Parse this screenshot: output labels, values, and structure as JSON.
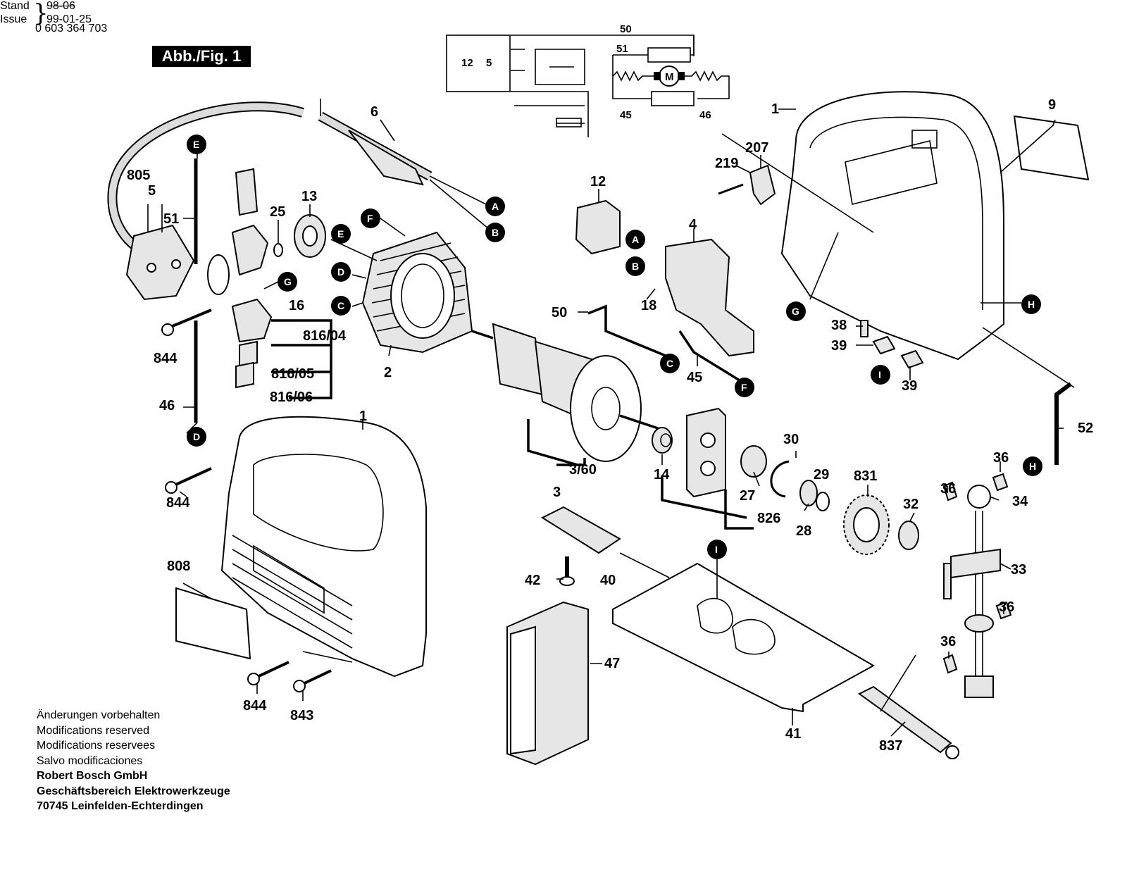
{
  "header": {
    "part_number": "0 603 364 703",
    "stand_label": "Stand",
    "issue_label": "Issue",
    "stand_old_date": "98-06",
    "issue_date": "99-01-25",
    "figure_badge": "Abb./Fig. 1"
  },
  "footer": {
    "lines": [
      "Änderungen vorbehalten",
      "Modifications reserved",
      "Modifications reservees",
      "Salvo modificaciones"
    ],
    "company": "Robert Bosch GmbH",
    "division": "Geschäftsbereich Elektrowerkzeuge",
    "address": "70745 Leinfelden-Echterdingen"
  },
  "schematic": {
    "labels": [
      "50",
      "51",
      "12",
      "5",
      "45",
      "46"
    ],
    "motor_symbol": "M"
  },
  "markers": [
    "A",
    "B",
    "C",
    "D",
    "E",
    "F",
    "G",
    "H",
    "I"
  ],
  "part_labels": {
    "p1_top": "1",
    "p1_housing": "1",
    "p2": "2",
    "p3": "3",
    "p3_60": "3/60",
    "p4": "4",
    "p5": "5",
    "p6": "6",
    "p9": "9",
    "p12": "12",
    "p13": "13",
    "p14": "14",
    "p16": "16",
    "p18": "18",
    "p25": "25",
    "p27": "27",
    "p28": "28",
    "p29": "29",
    "p30": "30",
    "p32": "32",
    "p33": "33",
    "p34": "34",
    "p36": "36",
    "p38": "38",
    "p39": "39",
    "p40": "40",
    "p41": "41",
    "p42": "42",
    "p45": "45",
    "p46": "46",
    "p47": "47",
    "p50": "50",
    "p51": "51",
    "p52": "52",
    "p207": "207",
    "p219": "219",
    "p805": "805",
    "p808": "808",
    "p816_04": "816/04",
    "p816_05": "816/05",
    "p816_06": "816/06",
    "p826": "826",
    "p831": "831",
    "p837": "837",
    "p843": "843",
    "p844": "844"
  }
}
